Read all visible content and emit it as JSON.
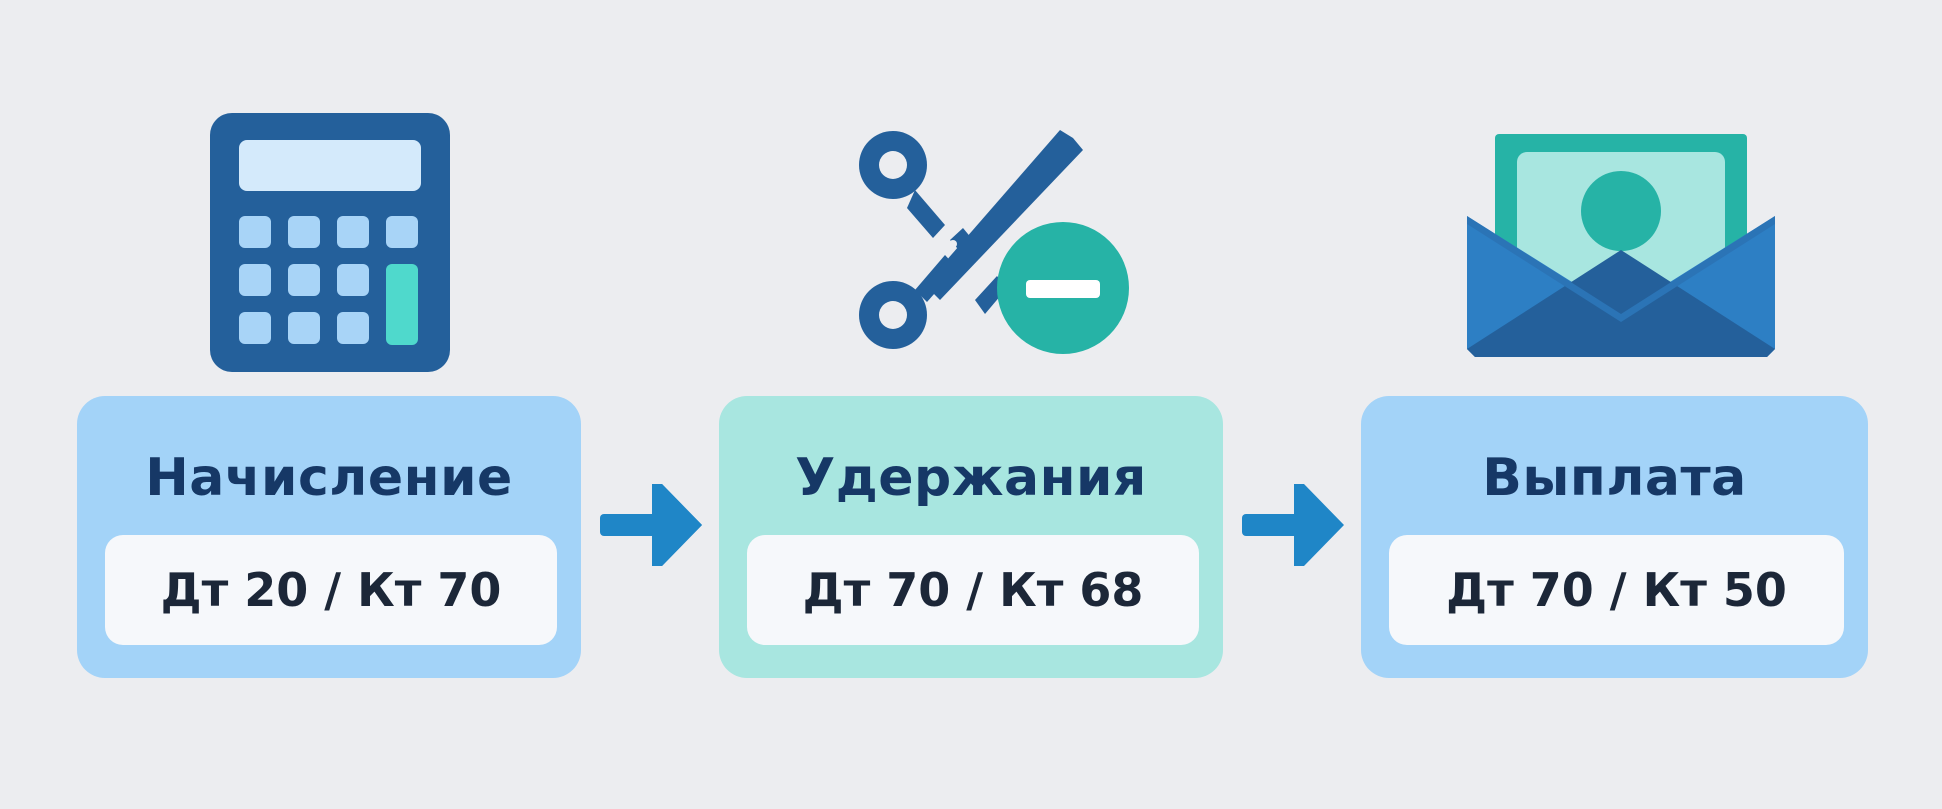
{
  "steps": [
    {
      "icon": "calculator-icon",
      "title": "Начисление",
      "entry": "Дт 20 / Кт 70"
    },
    {
      "icon": "scissors-minus-icon",
      "title": "Удержания",
      "entry": "Дт 70 / Кт 68"
    },
    {
      "icon": "money-envelope-icon",
      "title": "Выплата",
      "entry": "Дт 70 / Кт 50"
    }
  ],
  "colors": {
    "background": "#ecedf0",
    "card_blue": "#a3d3f8",
    "card_teal": "#a8e6e0",
    "title_text": "#163866",
    "entry_box": "#f6f8fb",
    "arrow": "#1f86c7",
    "icon_dark_blue": "#24609b",
    "icon_teal": "#26b3a6"
  }
}
